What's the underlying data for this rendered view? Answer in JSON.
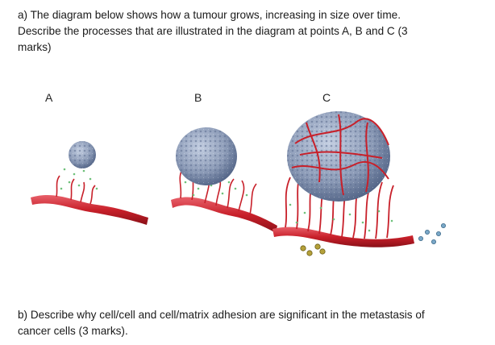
{
  "question_a": {
    "line1": "a) The diagram below shows how a tumour grows, increasing in size over time.",
    "line2": "Describe the processes that are illustrated in the diagram at points  A, B and C (3",
    "line3": "marks)"
  },
  "figure": {
    "labels": [
      "A",
      "B",
      "C"
    ],
    "colors": {
      "vessel": "#c8202a",
      "vessel_highlight": "#e8606a",
      "tumour": "#8d9cb8",
      "tumour_dark": "#4d5f82",
      "dots": "#6fc07a",
      "cells": "#b5a13a",
      "free_cells": "#7aa8c8"
    }
  },
  "question_b": {
    "line1": "b) Describe why cell/cell and cell/matrix adhesion are significant in the metastasis of",
    "line2": "cancer cells (3 marks)."
  }
}
